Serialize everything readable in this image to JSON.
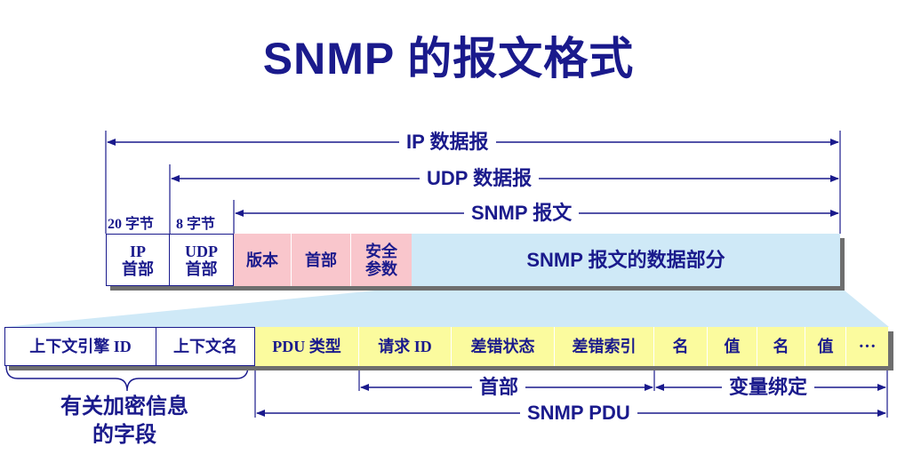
{
  "title": "SNMP 的报文格式",
  "dimensions": {
    "ip_datagram": "IP 数据报",
    "udp_datagram": "UDP 数据报",
    "snmp_message": "SNMP 报文",
    "bytes_20": "20 字节",
    "bytes_8": "8 字节",
    "header": "首部",
    "variable_binding": "变量绑定",
    "snmp_pdu": "SNMP PDU"
  },
  "top_row": {
    "ip_header": "IP\n首部",
    "udp_header": "UDP\n首部",
    "version": "版本",
    "header": "首部",
    "security_params": "安全\n参数",
    "data_part": "SNMP 报文的数据部分"
  },
  "bottom_row": {
    "context_engine_id": "上下文引擎 ID",
    "context_name": "上下文名",
    "pdu_type": "PDU 类型",
    "request_id": "请求 ID",
    "error_status": "差错状态",
    "error_index": "差错索引",
    "name1": "名",
    "value1": "值",
    "name2": "名",
    "value2": "值",
    "ellipsis": "···"
  },
  "brace_label": "有关加密信息\n的字段",
  "colors": {
    "text": "#1a1a8c",
    "pink": "#f9c6cc",
    "light_blue": "#cfe9f7",
    "yellow": "#fbfb9e",
    "shadow": "#6e6e6e"
  }
}
